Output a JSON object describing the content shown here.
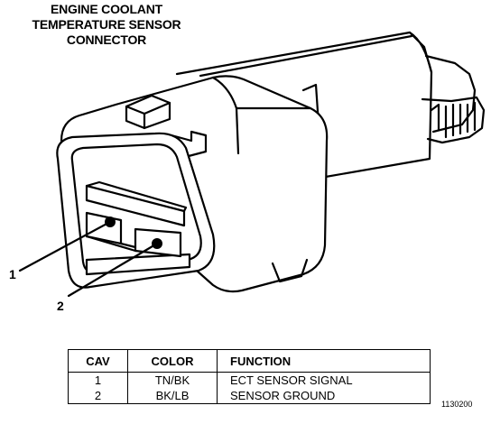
{
  "title": {
    "lines": [
      "ENGINE COOLANT",
      "TEMPERATURE SENSOR",
      "CONNECTOR"
    ]
  },
  "callouts": [
    "1",
    "2"
  ],
  "pinout_table": {
    "headers": [
      "CAV",
      "COLOR",
      "FUNCTION"
    ],
    "rows": [
      [
        "1",
        "TN/BK",
        "ECT SENSOR SIGNAL"
      ],
      [
        "2",
        "BK/LB",
        "SENSOR GROUND"
      ]
    ]
  },
  "figure_id": "1130200",
  "colors": {
    "line": "#000000",
    "background": "#ffffff"
  }
}
